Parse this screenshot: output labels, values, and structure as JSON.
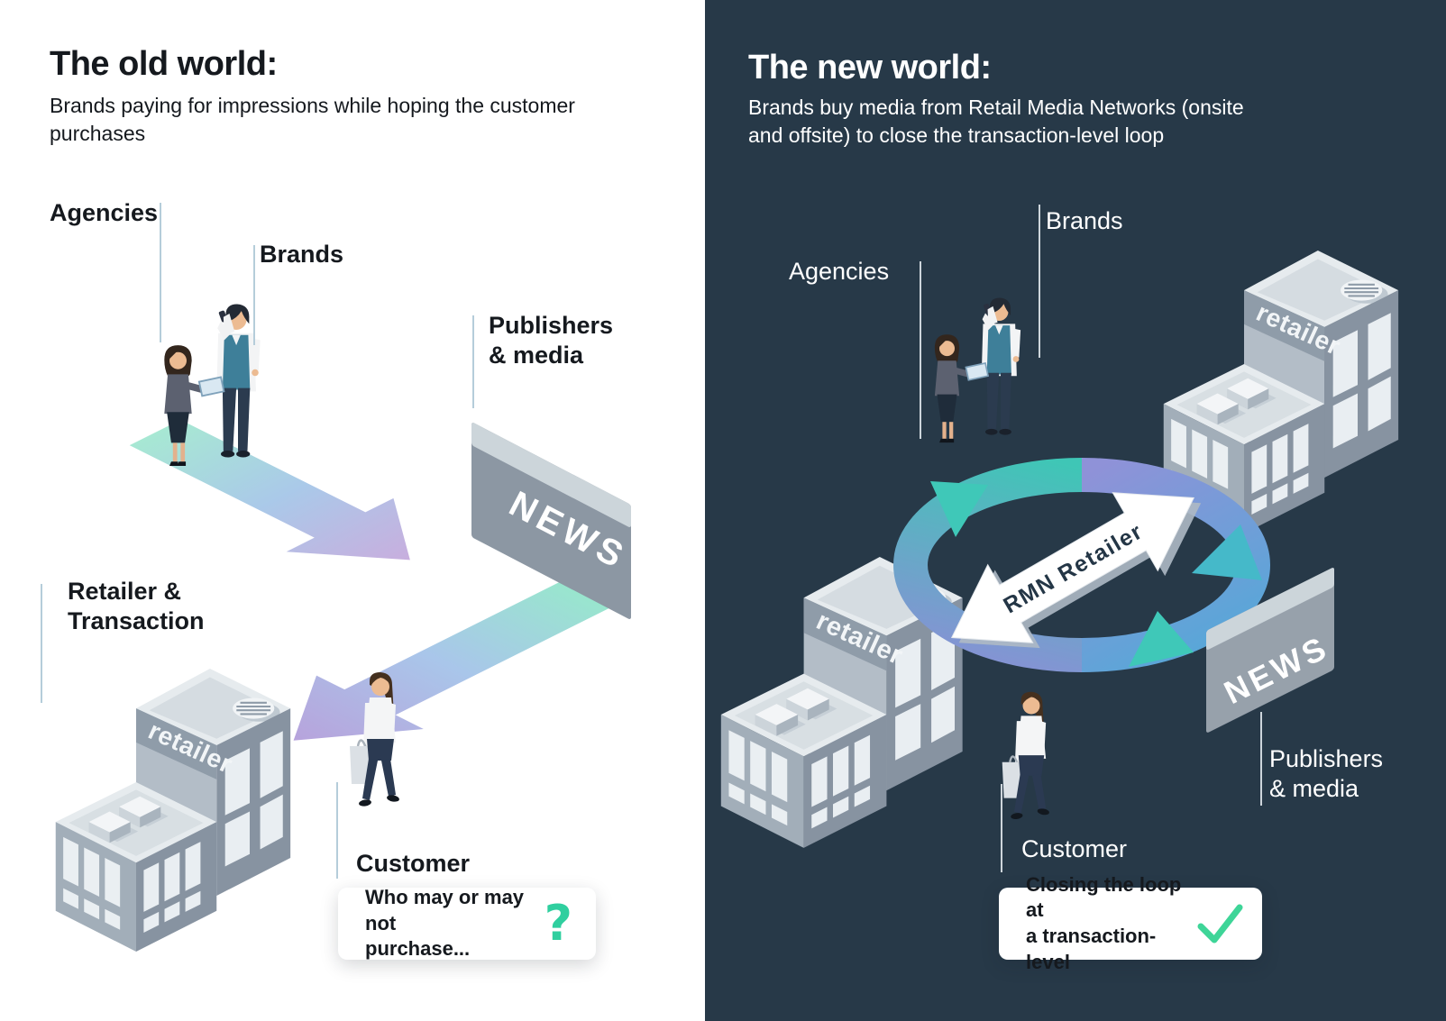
{
  "panels": {
    "left": {
      "title": "The old world:",
      "subtitle": "Brands paying for impressions while hoping the customer\npurchases",
      "labels": {
        "agencies": "Agencies",
        "brands": "Brands",
        "publishers_media": "Publishers\n& media",
        "retailer_transaction": "Retailer &\nTransaction",
        "customer": "Customer"
      },
      "callout": {
        "text": "Who may or may not\npurchase...",
        "icon": "question-mark",
        "icon_glyph": "?"
      }
    },
    "right": {
      "title": "The new world:",
      "subtitle": "Brands buy media from Retail Media Networks (onsite\nand offsite) to close the transaction-level loop",
      "labels": {
        "agencies": "Agencies",
        "brands": "Brands",
        "publishers_media": "Publishers\n& media",
        "customer": "Customer"
      },
      "loop_label": "RMN Retailer",
      "callout": {
        "text": "Closing the loop at\na transaction-level",
        "icon": "checkmark"
      }
    }
  },
  "signs": {
    "news": "NEWS",
    "retailer_building": "retailer"
  },
  "colors": {
    "left_background": "#ffffff",
    "right_background": "#273948",
    "question_mark": "#2fcf9f",
    "checkmark": "#3ed598",
    "loop_teal": "#3fc6b6",
    "loop_blue": "#55a8d8",
    "loop_purple": "#8a8fd6",
    "arrow_mint": "#9fe6d0",
    "arrow_lavender": "#c7aede"
  }
}
